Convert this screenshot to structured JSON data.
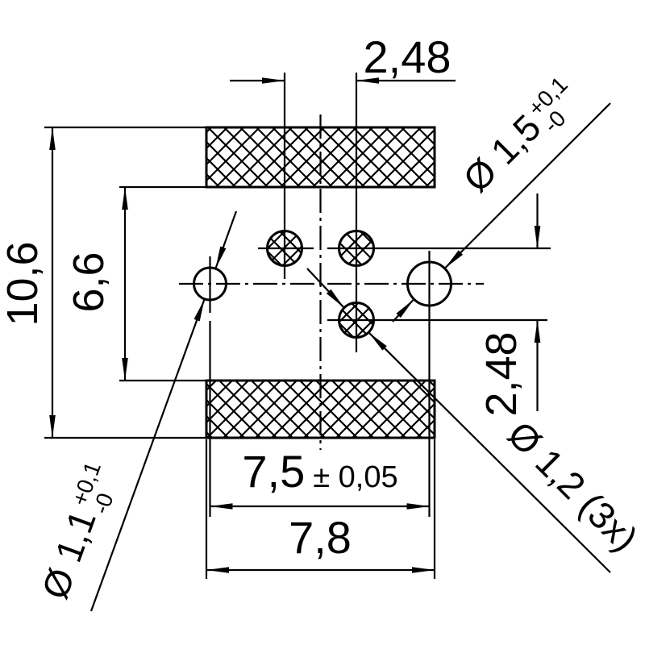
{
  "drawing": {
    "type": "technical-dimension-drawing",
    "ink": "#000000",
    "paper": "#ffffff",
    "dims": {
      "top_pitch": {
        "value": "2,48"
      },
      "overall_height": {
        "value": "10,6"
      },
      "inner_gap": {
        "value": "6,6"
      },
      "right_pitch": {
        "value": "2,48"
      },
      "hole_pitch": {
        "value": "7,5",
        "tolerance": "± 0,05"
      },
      "outer_width": {
        "value": "7,8"
      }
    },
    "holes": {
      "left": {
        "label": "Ø 1,1",
        "tol_upper": "+0,1",
        "tol_lower": "-0"
      },
      "right": {
        "label": "Ø 1,5",
        "tol_upper": "+0,1",
        "tol_lower": "-0"
      },
      "small": {
        "label": "Ø 1,2 (3x)"
      }
    }
  }
}
